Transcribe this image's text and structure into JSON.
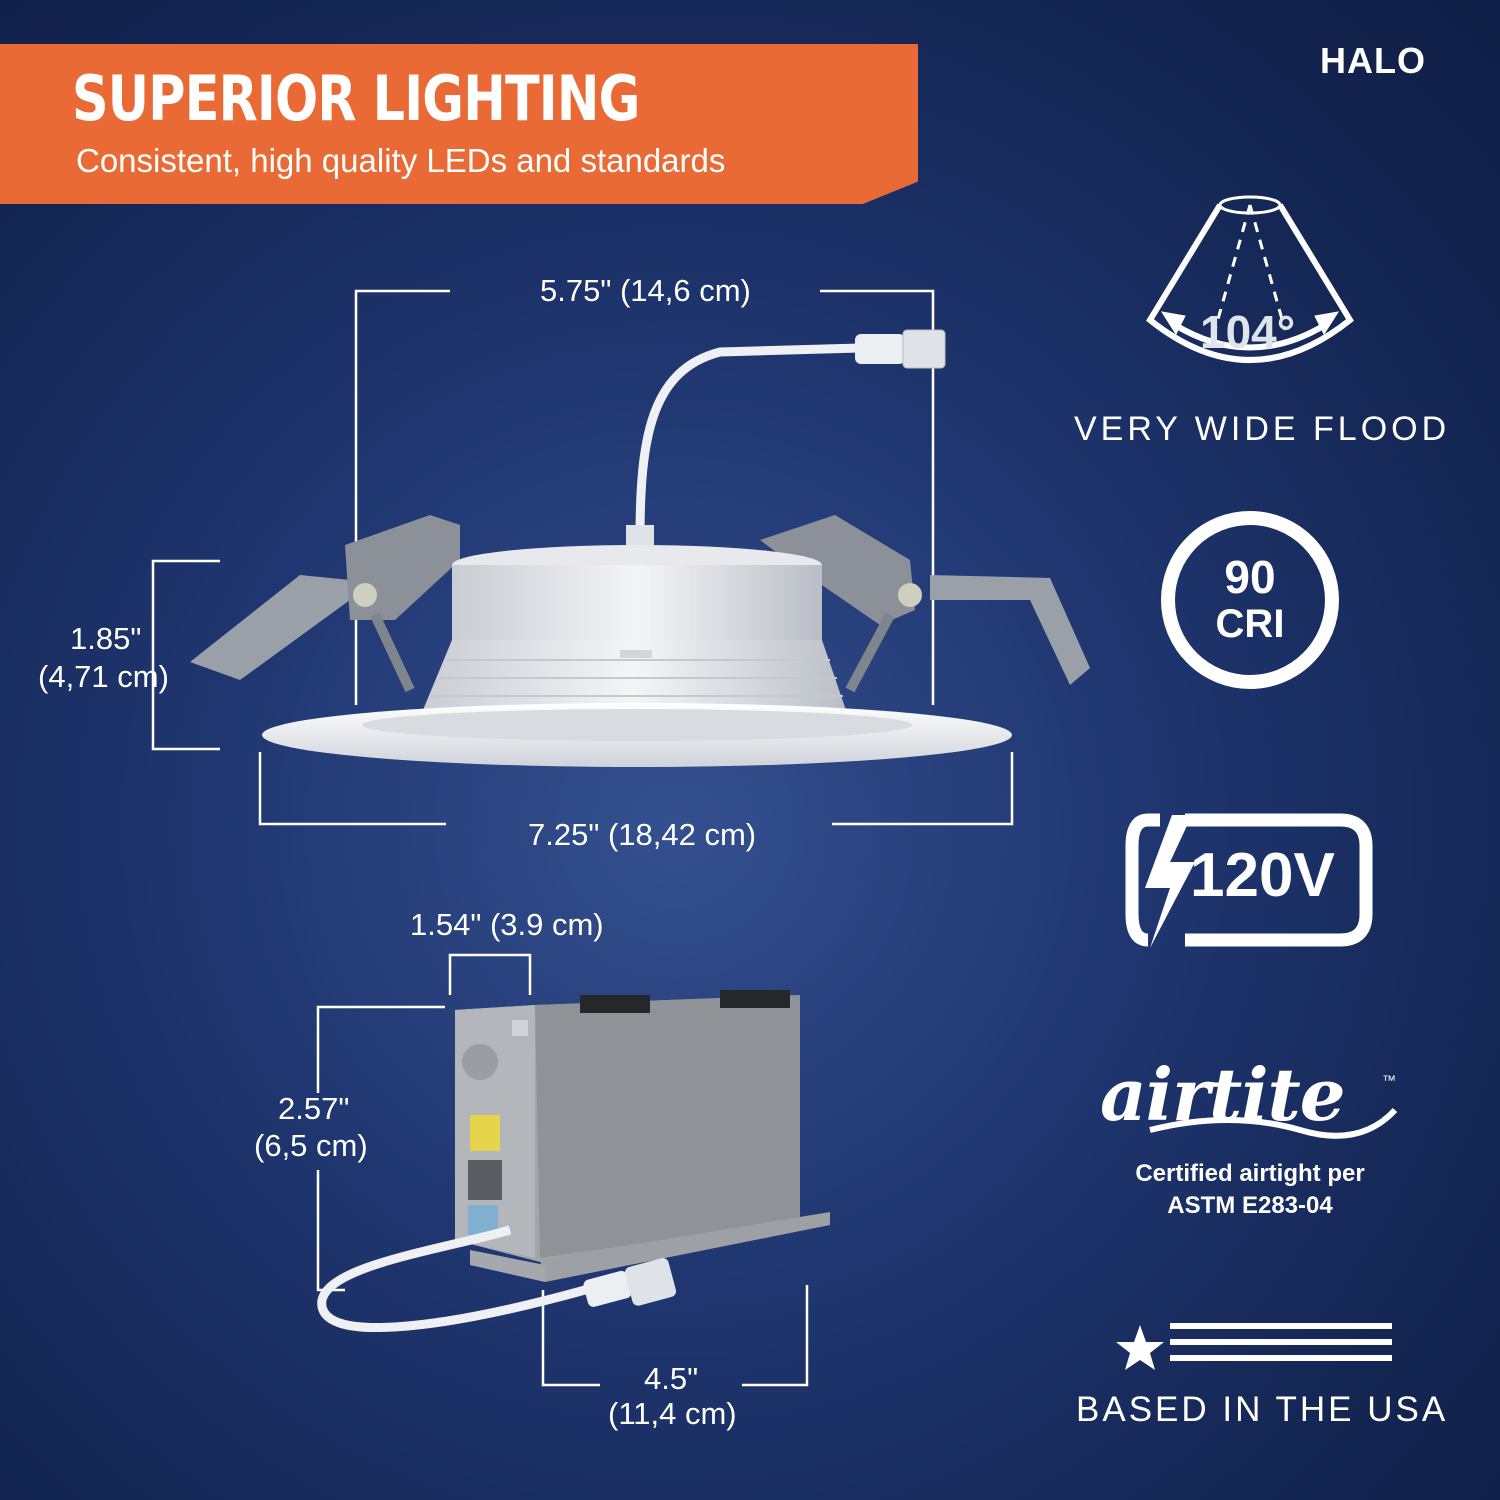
{
  "header": {
    "headline": "SUPERIOR LIGHTING",
    "subline": "Consistent, high quality LEDs and standards",
    "brand": "HALO",
    "accent_color": "#ea6a35"
  },
  "downlight": {
    "top_width": "5.75\" (14,6 cm)",
    "height_line1": "1.85\"",
    "height_line2": "(4,71 cm)",
    "bottom_width": "7.25\" (18,42 cm)"
  },
  "junction_box": {
    "depth": "1.54\" (3.9 cm)",
    "height_line1": "2.57\"",
    "height_line2": "(6,5 cm)",
    "length_line1": "4.5\"",
    "length_line2": "(11,4 cm)"
  },
  "features": {
    "beam_angle": "104°",
    "beam_label": "VERY WIDE FLOOD",
    "cri_value": "90",
    "cri_label": "CRI",
    "voltage": "120V",
    "airtite_logo": "airtite",
    "airtite_tm": "™",
    "airtite_line1": "Certified airtight per",
    "airtite_line2": "ASTM E283-04",
    "usa_label": "BASED IN THE USA"
  }
}
